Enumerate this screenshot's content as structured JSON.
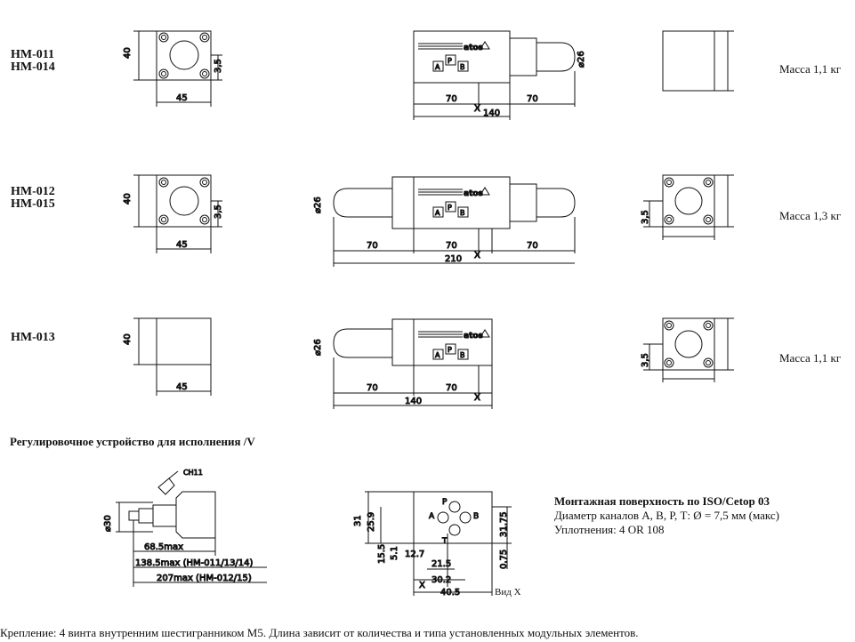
{
  "rows": [
    {
      "models": [
        "HM-011",
        "HM-014"
      ],
      "mass": "Масса 1,1 кг"
    },
    {
      "models": [
        "HM-012",
        "HM-015"
      ],
      "mass": "Масса 1,3 кг"
    },
    {
      "models": [
        "HM-013"
      ],
      "mass": "Масса 1,1 кг"
    }
  ],
  "section_title": "Регулировочное устройство для исполнения /V",
  "mounting": {
    "title": "Монтажная поверхность по ISO/Cetop 03",
    "ports": "Диаметр каналов А, В, Р, Т: Ø = 7,5 мм (макс)",
    "seals": "Уплотнения: 4 OR 108"
  },
  "footer": "Крепление: 4 винта внутренним шестигранником М5. Длина зависит от количества и типа установленных модульных элементов.",
  "view_label": "Вид Х",
  "dims": {
    "d40": "40",
    "d45": "45",
    "d35": "3,5",
    "d26": "⌀26",
    "d70": "70",
    "d140": "140",
    "d210": "210",
    "x": "X",
    "brand": "atos",
    "port_a": "A",
    "port_b": "B",
    "port_p": "P",
    "port_t": "T",
    "ch11": "CH11",
    "d30": "⌀30",
    "len1": "68.5max",
    "len2": "138.5max  (HM-011/13/14)",
    "len3": "207max  (HM-012/15)",
    "s31": "31",
    "s259": "25.9",
    "s155": "15.5",
    "s51": "5.1",
    "s127": "12.7",
    "s215": "21.5",
    "s302": "30.2",
    "s405": "40.5",
    "s3175": "31.75",
    "s075": "0.75"
  }
}
